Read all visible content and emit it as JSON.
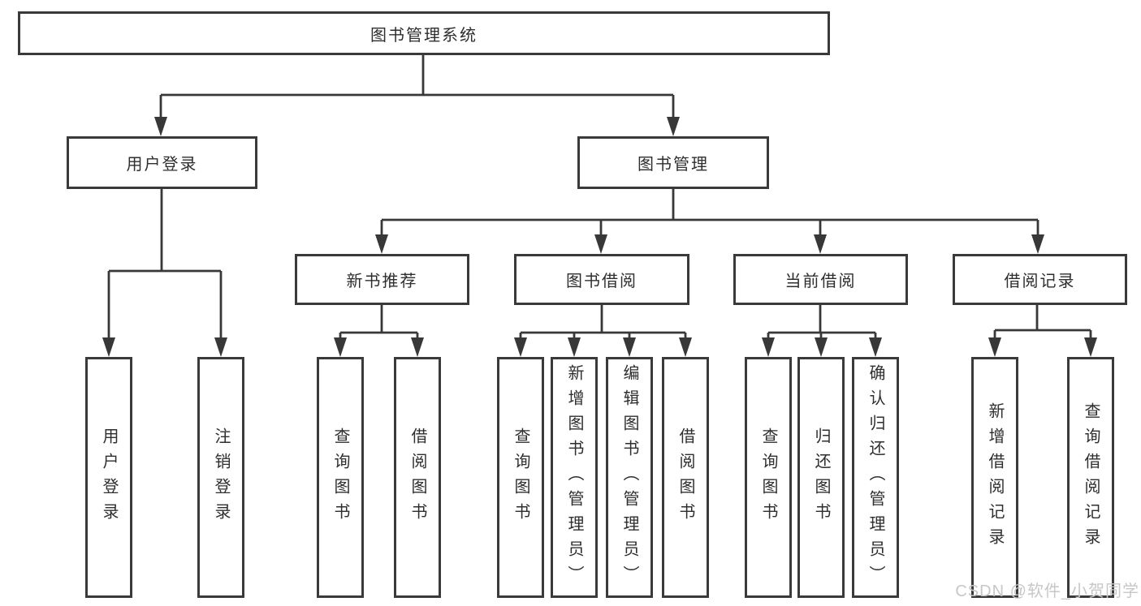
{
  "tree": {
    "label": "图书管理系统",
    "children": [
      {
        "label": "用户登录",
        "children": [
          {
            "label": "用户登录"
          },
          {
            "label": "注销登录"
          }
        ]
      },
      {
        "label": "图书管理",
        "children": [
          {
            "label": "新书推荐",
            "children": [
              {
                "label": "查询图书"
              },
              {
                "label": "借阅图书"
              }
            ]
          },
          {
            "label": "图书借阅",
            "children": [
              {
                "label": "查询图书"
              },
              {
                "label": "新增图书（管理员）"
              },
              {
                "label": "编辑图书（管理员）"
              },
              {
                "label": "借阅图书"
              }
            ]
          },
          {
            "label": "当前借阅",
            "children": [
              {
                "label": "查询图书"
              },
              {
                "label": "归还图书"
              },
              {
                "label": "确认归还（管理员）"
              }
            ]
          },
          {
            "label": "借阅记录",
            "children": [
              {
                "label": "新增借阅记录"
              },
              {
                "label": "查询借阅记录"
              }
            ]
          }
        ]
      }
    ]
  },
  "watermark": {
    "text": "CSDN @软件_小贺同学"
  },
  "colors": {
    "background": "#ffffff",
    "box_border": "#3a3a3a",
    "line": "#383838",
    "text": "#2e2e2e",
    "watermark": "#c7c7c7"
  }
}
